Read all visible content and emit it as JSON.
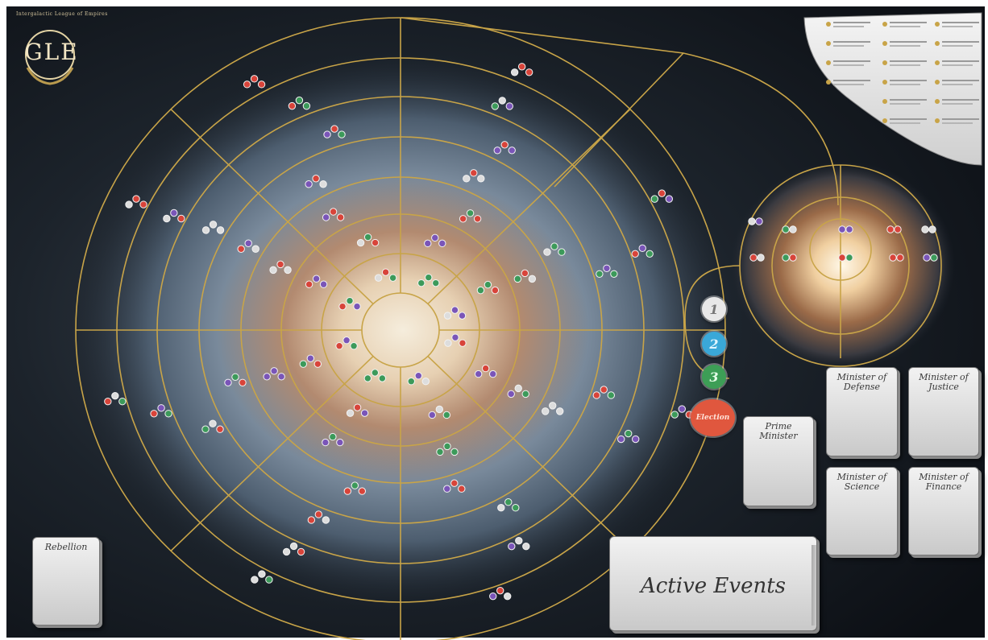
{
  "header": {
    "small_title": "Intergalactic League of Empires",
    "logo_text": "GLE"
  },
  "sequence_buttons": [
    {
      "label": "1",
      "color": "#e8e8e8",
      "text_color": "#777777"
    },
    {
      "label": "2",
      "color": "#3aa8d8",
      "text_color": "#dff5ff"
    },
    {
      "label": "3",
      "color": "#3d9e56",
      "text_color": "#e6ffe9"
    },
    {
      "label": "Election",
      "color": "#e0573e",
      "text_color": "#ffe4da"
    }
  ],
  "cards": {
    "rebellion": {
      "title": "Rebellion"
    },
    "prime_minister": {
      "title": "Prime Minister"
    },
    "defense": {
      "title": "Minister of Defense"
    },
    "justice": {
      "title": "Minister of Justice"
    },
    "science": {
      "title": "Minister of Science"
    },
    "finance": {
      "title": "Minister of Finance"
    }
  },
  "active_events": {
    "label": "Active Events"
  },
  "palette": {
    "gold_line": "#c8a448",
    "token_red": "#d8443a",
    "token_purple": "#7a55b8",
    "token_green": "#3c9a5a",
    "token_white": "#dddddd"
  }
}
